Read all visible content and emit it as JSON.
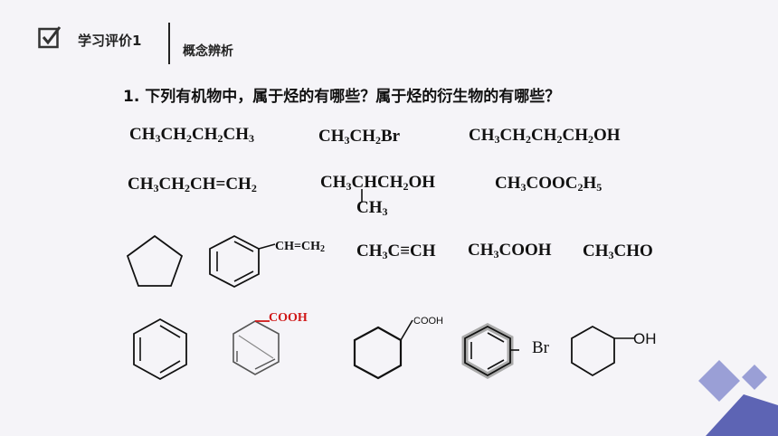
{
  "header": {
    "title": "学习评价1",
    "subtitle": "概念辨析"
  },
  "question": "1. 下列有机物中，属于烃的有哪些？属于烃的衍生物的有哪些？",
  "formulas": {
    "f1": [
      [
        "CH",
        "3"
      ],
      [
        "CH",
        "2"
      ],
      [
        "CH",
        "2"
      ],
      [
        "CH",
        "3"
      ]
    ],
    "f2": [
      [
        "CH",
        "3"
      ],
      [
        "CH",
        "2"
      ],
      [
        "Br",
        ""
      ]
    ],
    "f3": [
      [
        "CH",
        "3"
      ],
      [
        "CH",
        "2"
      ],
      [
        "CH",
        "2"
      ],
      [
        "CH",
        "2"
      ],
      [
        "OH",
        ""
      ]
    ],
    "f4": [
      [
        "CH",
        "3"
      ],
      [
        "CH",
        "2"
      ],
      [
        "CH=CH",
        "2"
      ]
    ],
    "f5": [
      [
        "CH",
        "3"
      ],
      [
        "CHCH",
        "2"
      ],
      [
        "OH",
        ""
      ]
    ],
    "f5_branch": [
      [
        "CH",
        "3"
      ]
    ],
    "f6": [
      [
        "CH",
        "3"
      ],
      [
        "COOC",
        "2"
      ],
      [
        "H",
        "5"
      ]
    ],
    "f7": [
      [
        "CH",
        "3"
      ],
      [
        "C≡CH",
        ""
      ]
    ],
    "f8": [
      [
        "CH",
        "3"
      ],
      [
        "COOH",
        ""
      ]
    ],
    "f9": [
      [
        "CH",
        "3"
      ],
      [
        "CHO",
        ""
      ]
    ]
  },
  "structure_labels": {
    "styrene": [
      [
        "CH=CH",
        "2"
      ]
    ],
    "cooh_red": "COOH",
    "cooh_small": "COOH",
    "br": "Br",
    "oh": "OH"
  },
  "colors": {
    "accent_red": "#d01818",
    "deco_blue": "#5d64b4",
    "deco_blue_light": "#9a9fd6"
  },
  "icons": {
    "badge": "checkbox-check-icon"
  }
}
